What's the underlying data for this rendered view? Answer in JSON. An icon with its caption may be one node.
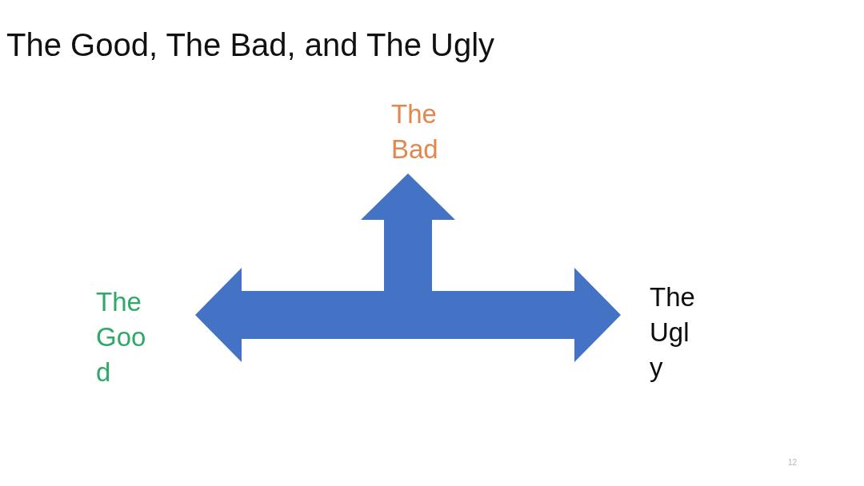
{
  "diagram": {
    "title": "The Good, The Bad, and The Ugly",
    "nodes": [
      {
        "text": [
          "The Bad"
        ]
      },
      {
        "text": [
          "The Good"
        ]
      },
      {
        "text": [
          "The Ugly"
        ]
      }
    ],
    "edges": [
      {
        "from": null,
        "to": 0,
        "arrow": "to"
      },
      {
        "from": null,
        "to": 1,
        "arrow": "to"
      },
      {
        "from": null,
        "to": 2,
        "arrow": "to"
      }
    ],
    "labels": [
      "12"
    ]
  }
}
